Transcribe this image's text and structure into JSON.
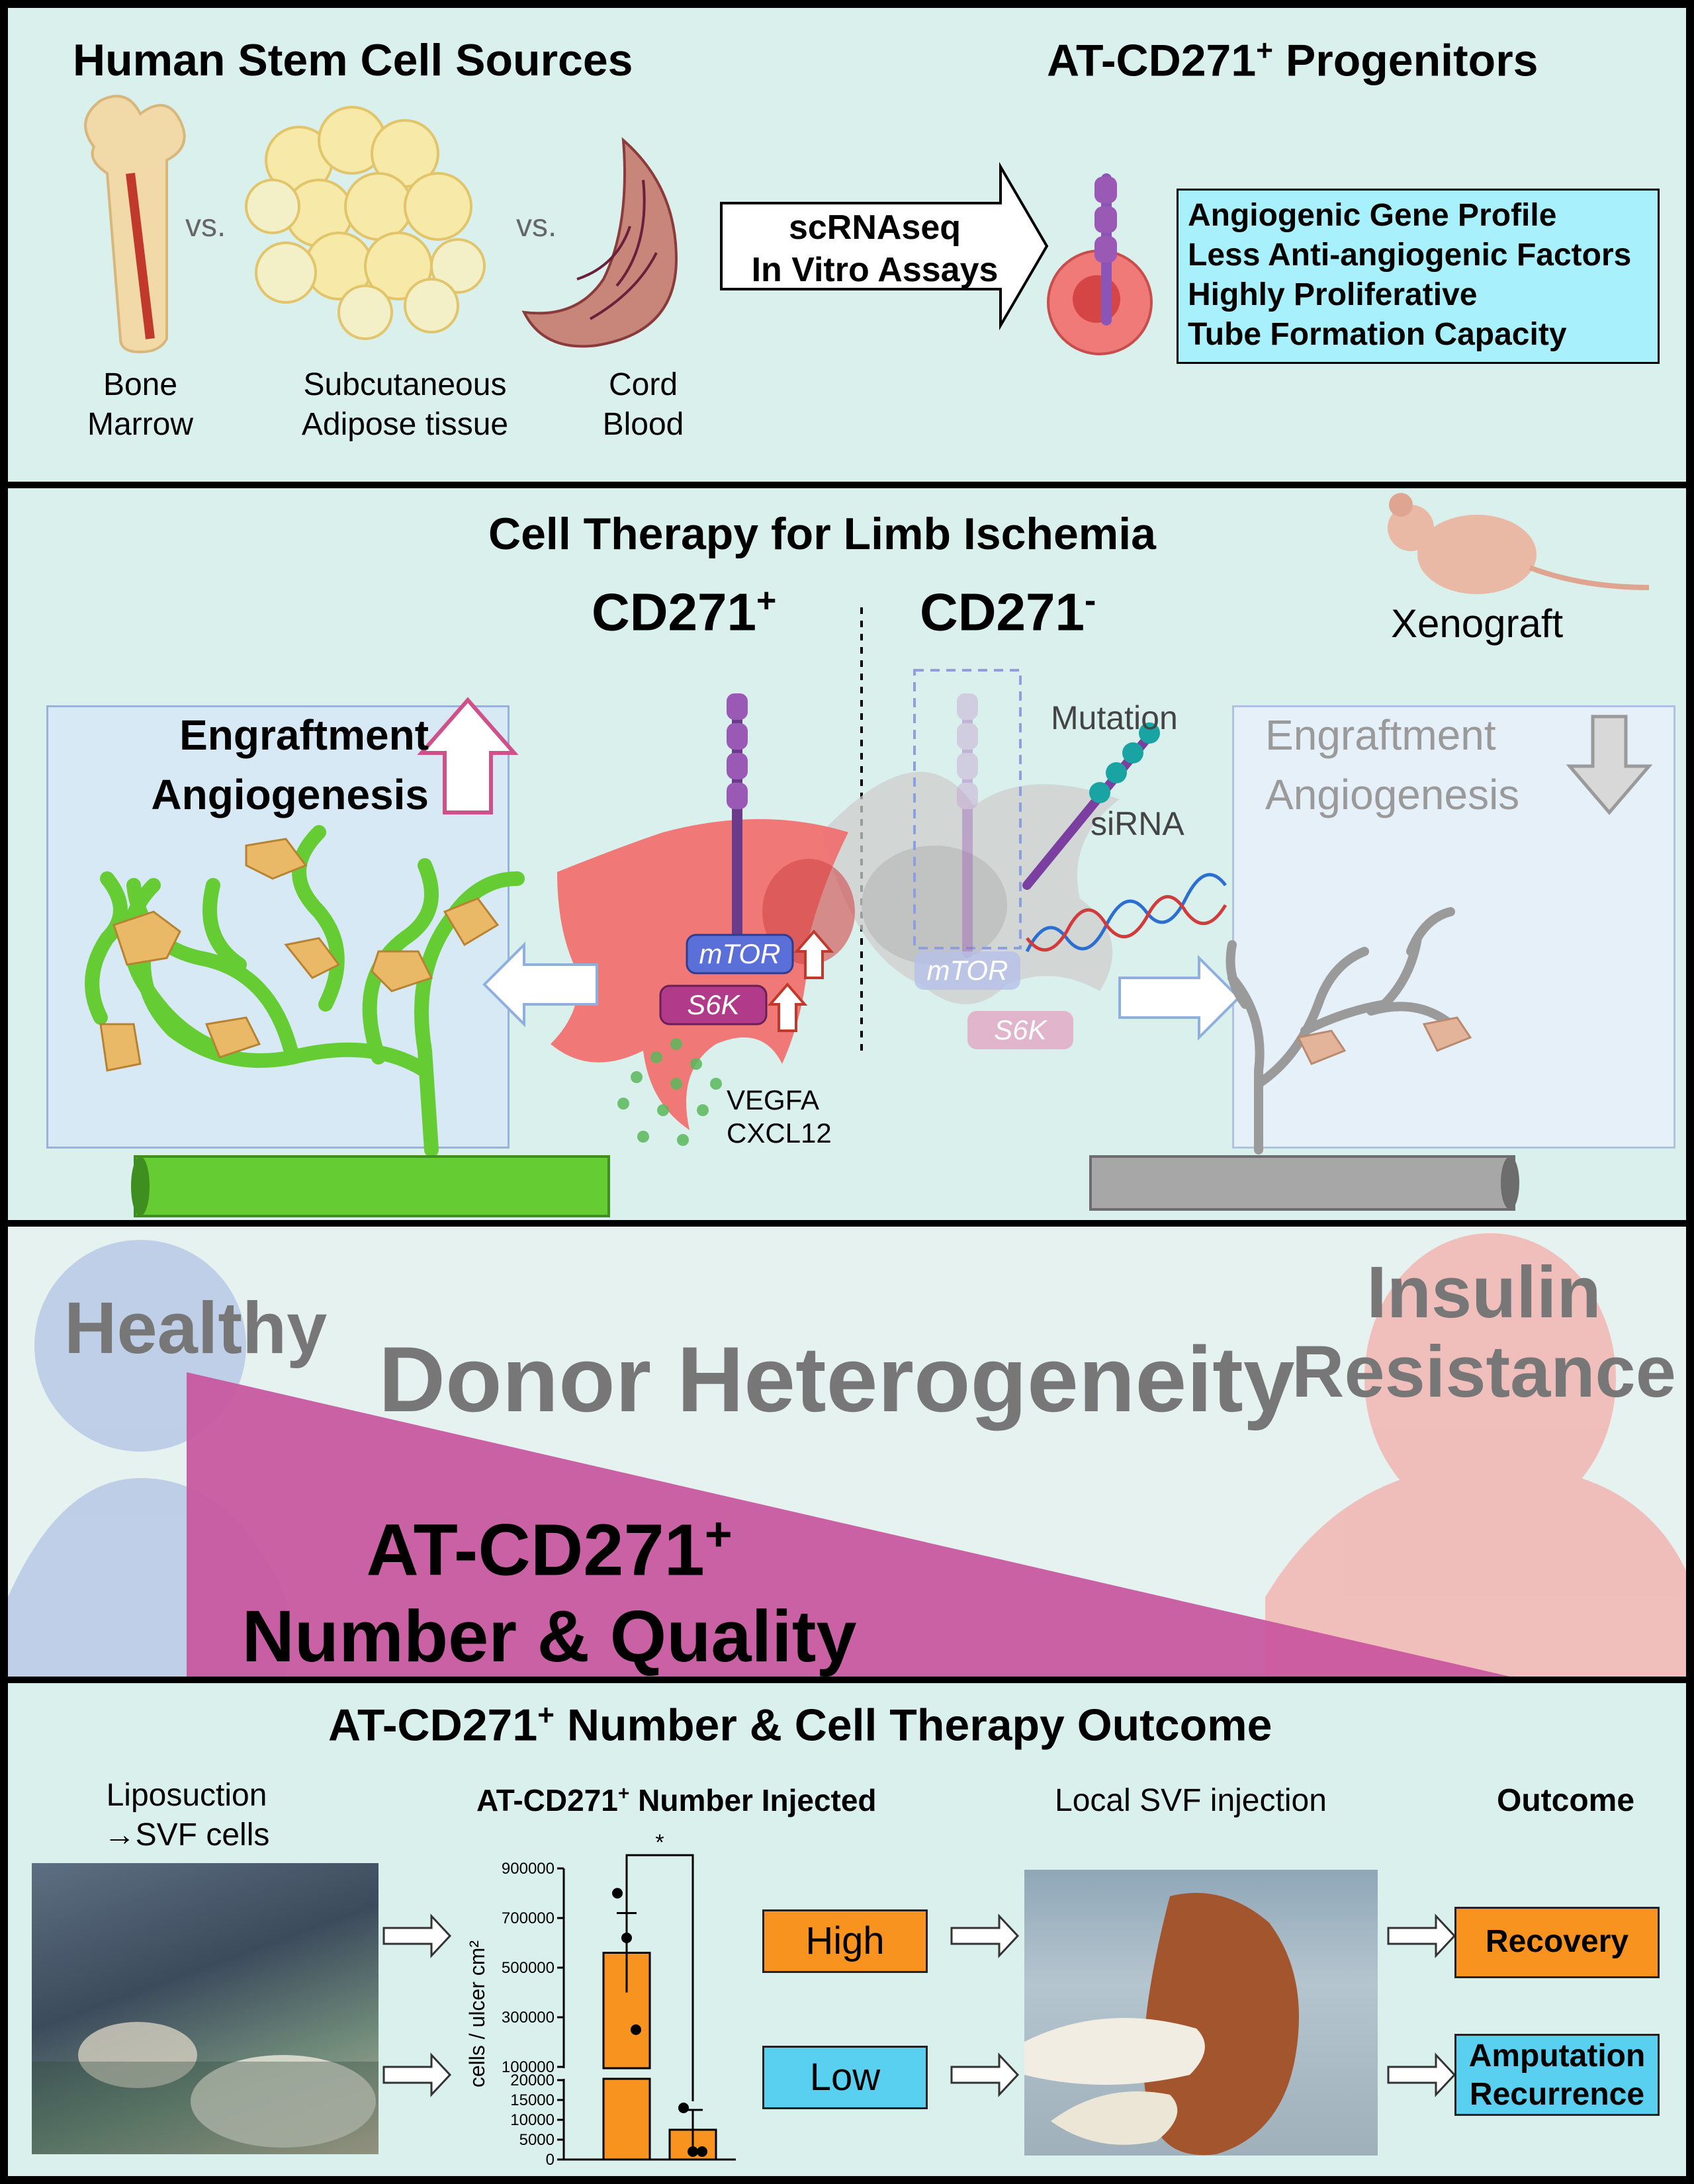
{
  "panel1": {
    "title": "Human Stem Cell Sources",
    "progenitor_title": "AT-CD271",
    "progenitor_sup": "+",
    "progenitor_suffix": " Progenitors",
    "vs1": "vs.",
    "vs2": "vs.",
    "sources": [
      {
        "line1": "Bone",
        "line2": "Marrow",
        "icon": "bone-icon"
      },
      {
        "line1": "Subcutaneous",
        "line2": "Adipose tissue",
        "icon": "adipocytes-icon"
      },
      {
        "line1": "Cord",
        "line2": "Blood",
        "icon": "umbilical-cord-icon"
      }
    ],
    "arrow_line1": "scRNAseq",
    "arrow_line2": "In Vitro Assays",
    "features": [
      "Angiogenic Gene Profile",
      "Less Anti-angiogenic Factors",
      "Highly Proliferative",
      "Tube Formation Capacity"
    ]
  },
  "panel2": {
    "title": "Cell Therapy for Limb Ischemia",
    "cd_pos": "CD271",
    "cd_pos_sup": "+",
    "cd_neg": "CD271",
    "cd_neg_sup": "-",
    "xenograft": "Xenograft",
    "left_box_line1": "Engraftment",
    "left_box_line2": "Angiogenesis",
    "right_box_line1": "Engraftment",
    "right_box_line2": "Angiogenesis",
    "mutation": "Mutation",
    "sirna": "siRNA",
    "mtor": "mTOR",
    "s6k": "S6K",
    "mtor_faded": "mTOR",
    "s6k_faded": "S6K",
    "factor1": "VEGFA",
    "factor2": "CXCL12",
    "colors": {
      "positive_cell": "#f26b6b",
      "vessel_green": "#66cc33",
      "vessel_gray": "#9a9a9a",
      "arrow_pink": "#d0508a"
    }
  },
  "panel3": {
    "healthy": "Healthy",
    "title": "Donor Heterogeneity",
    "insulin_line1": "Insulin",
    "insulin_line2": "Resistance",
    "wedge_line1": "AT-CD271",
    "wedge_sup": "+",
    "wedge_line2": "Number & Quality",
    "colors": {
      "wedge": "#c9559e"
    }
  },
  "panel4": {
    "title_pre": "AT-CD271",
    "title_sup": "+",
    "title_post": " Number & Cell Therapy Outcome",
    "lipo_line1": "Liposuction",
    "lipo_line2": "→SVF cells",
    "chart_title_pre": "AT-CD271",
    "chart_title_sup": "+",
    "chart_title_post": " Number Injected",
    "local_injection": "Local SVF injection",
    "outcome": "Outcome",
    "high": "High",
    "low": "Low",
    "recovery": "Recovery",
    "amputation_line1": "Amputation",
    "amputation_line2": "Recurrence",
    "colors": {
      "high": "#f7931e",
      "low": "#5ad0f0"
    }
  },
  "chart_data": {
    "type": "bar",
    "categories": [
      "High",
      "Low"
    ],
    "values": [
      560000,
      7500
    ],
    "error": [
      160000,
      5000
    ],
    "points": [
      [
        800000,
        620000,
        250000
      ],
      [
        13000,
        2000,
        2000
      ]
    ],
    "ylabel": "cells / ulcer cm²",
    "yticks_upper": [
      "900000",
      "700000",
      "500000",
      "300000",
      "100000"
    ],
    "yticks_lower": [
      "20000",
      "15000",
      "10000",
      "5000",
      "0"
    ],
    "significance": "*",
    "colors": {
      "bar": "#f7931e"
    }
  }
}
